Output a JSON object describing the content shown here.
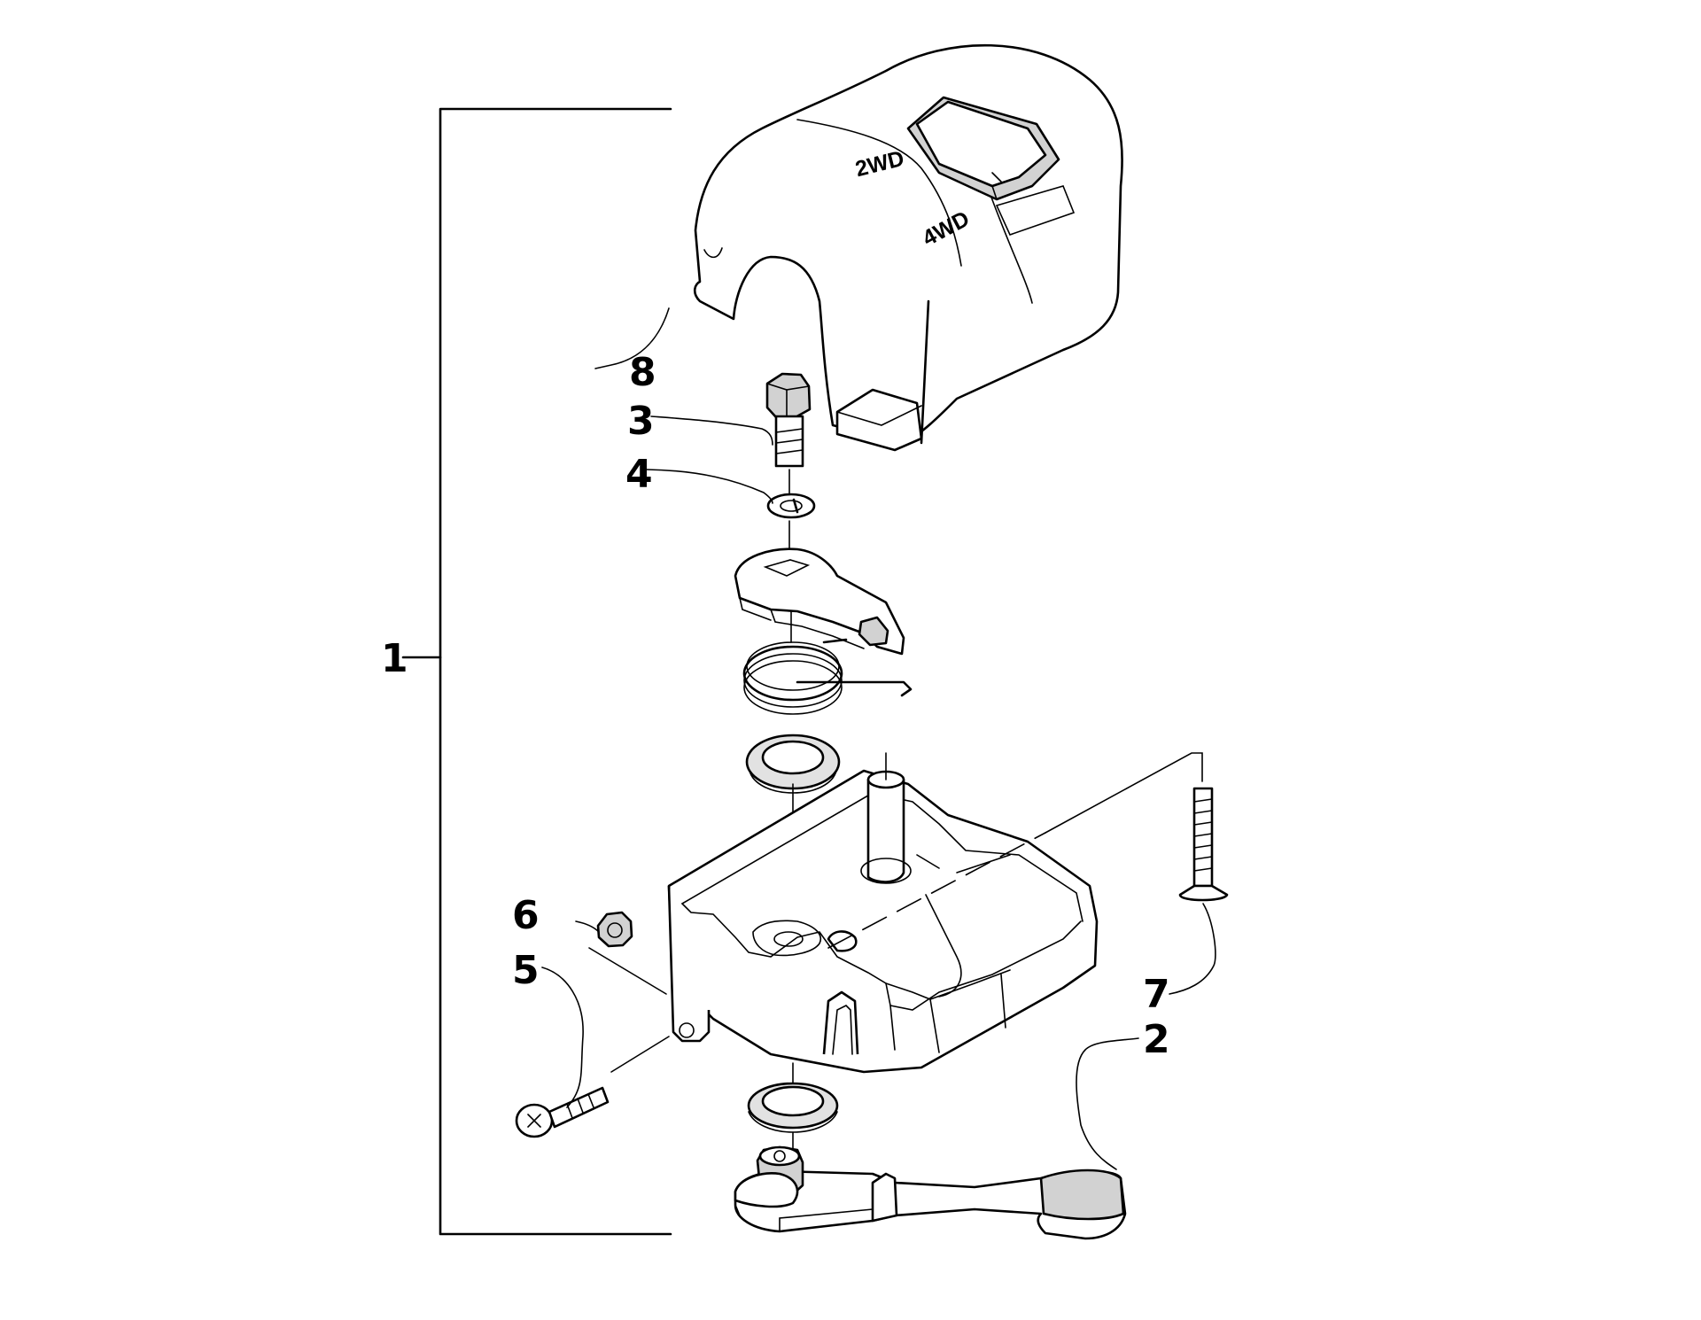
{
  "callouts": [
    {
      "id": "1",
      "label": "1"
    },
    {
      "id": "2",
      "label": "2"
    },
    {
      "id": "3",
      "label": "3"
    },
    {
      "id": "4",
      "label": "4"
    },
    {
      "id": "5",
      "label": "5"
    },
    {
      "id": "6",
      "label": "6"
    },
    {
      "id": "7",
      "label": "7"
    },
    {
      "id": "8",
      "label": "8"
    }
  ],
  "part_labels": {
    "upper": "2WD",
    "lower": "4WD"
  }
}
